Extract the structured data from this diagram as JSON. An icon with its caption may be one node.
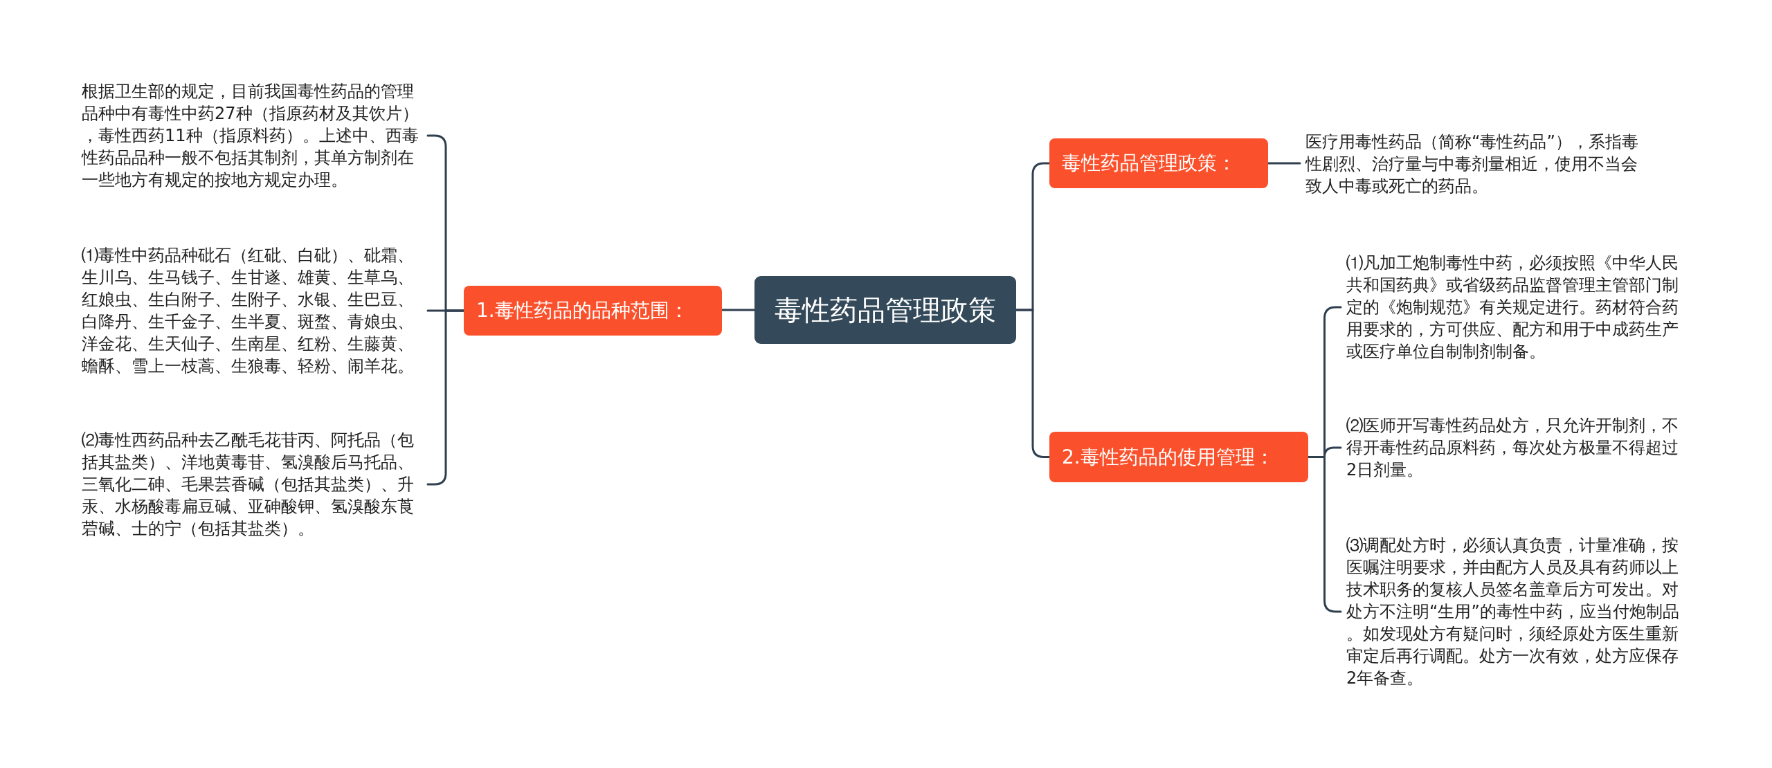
{
  "diagram": {
    "nodes": [
      {
        "text": [
          "毒性药品管理政策"
        ]
      },
      {
        "text": [
          "1.毒性药品的品种范围："
        ]
      },
      {
        "text": [
          "根据卫生部的规定，目前我国毒性药品的管理品种中有毒性中药27种（指原药材及其饮片），毒性西药11种（指原料药）。上述中、西毒性药品品种一般不包括其制剂，其单方制剂在一些地方有规定的按地方规定办理。"
        ]
      },
      {
        "text": [
          "⑴毒性中药品种砒石（红砒、白砒）、砒霜、生川乌、生马钱子、生甘遂、雄黄、生草乌、红娘虫、生白附子、生附子、水银、生巴豆、白降丹、生千金子、生半夏、斑蝥、青娘虫、洋金花、生天仙子、生南星、红粉、生藤黄、蟾酥、雪上一枝蒿、生狼毒、轻粉、闹羊花。"
        ]
      },
      {
        "text": [
          "⑵毒性西药品种去乙酰毛花苷丙、阿托品（包括其盐类）、洋地黄毒苷、氢溴酸后马托品、三氧化二砷、毛果芸香碱（包括其盐类）、升汞、水杨酸毒扁豆碱、亚砷酸钾、氢溴酸东莨菪碱、士的宁（包括其盐类）。"
        ]
      },
      {
        "text": [
          "毒性药品管理政策："
        ]
      },
      {
        "text": [
          "医疗用毒性药品（简称“毒性药品”），系指毒性剧烈、治疗量与中毒剂量相近，使用不当会致人中毒或死亡的药品。"
        ]
      },
      {
        "text": [
          "2.毒性药品的使用管理："
        ]
      },
      {
        "text": [
          "⑴凡加工炮制毒性中药，必须按照《中华人民共和国药典》或省级药品监督管理主管部门制定的《炮制规范》有关规定进行。药材符合药用要求的，方可供应、配方和用于中成药生产或医疗单位自制制剂制备。"
        ]
      },
      {
        "text": [
          "⑵医师开写毒性药品处方，只允许开制剂，不得开毒性药品原料药，每次处方极量不得超过2日剂量。"
        ]
      },
      {
        "text": [
          "⑶调配处方时，必须认真负责，计量准确，按医嘱注明要求，并由配方人员及具有药师以上技术职务的复核人员签名盖章后方可发出。对处方不注明“生用”的毒性中药，应当付炮制品。如发现处方有疑问时，须经原处方医生重新审定后再行调配。处方一次有效，处方应保存2年备查。"
        ]
      }
    ],
    "edges": [
      {
        "from": 0,
        "to": 1,
        "arrow": "none"
      },
      {
        "from": 1,
        "to": 2,
        "arrow": "none"
      },
      {
        "from": 1,
        "to": 3,
        "arrow": "none"
      },
      {
        "from": 1,
        "to": 4,
        "arrow": "none"
      },
      {
        "from": 0,
        "to": 5,
        "arrow": "none"
      },
      {
        "from": 5,
        "to": 6,
        "arrow": "none"
      },
      {
        "from": 0,
        "to": 7,
        "arrow": "none"
      },
      {
        "from": 7,
        "to": 8,
        "arrow": "none"
      },
      {
        "from": 7,
        "to": 9,
        "arrow": "none"
      },
      {
        "from": 7,
        "to": 10,
        "arrow": "none"
      }
    ]
  }
}
